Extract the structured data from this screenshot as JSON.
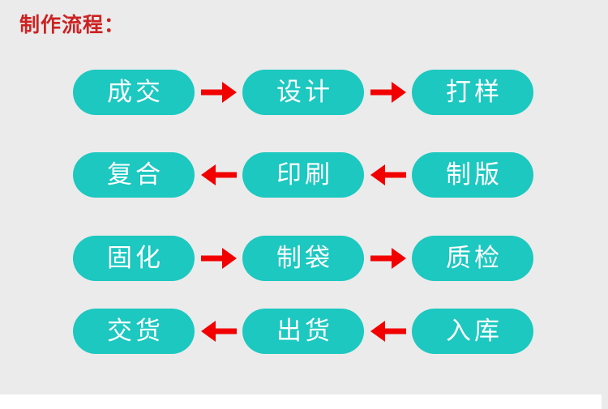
{
  "page": {
    "title": "制作流程：",
    "background_color": "#ebebeb",
    "page_background_color": "#ffffff",
    "title_color": "#cc2222",
    "node_color": "#1cc8c0",
    "node_text_color": "#ffffff",
    "arrow_color": "#f20000"
  },
  "flow": {
    "rows": [
      {
        "direction": "right",
        "arrow_icon": "arrow-right-icon",
        "arrow_glyph": "→",
        "nodes": [
          {
            "label": "成交"
          },
          {
            "label": "设计"
          },
          {
            "label": "打样"
          }
        ]
      },
      {
        "direction": "left",
        "arrow_icon": "arrow-left-icon",
        "arrow_glyph": "←",
        "nodes": [
          {
            "label": "复合"
          },
          {
            "label": "印刷"
          },
          {
            "label": "制版"
          }
        ]
      },
      {
        "direction": "right",
        "arrow_icon": "arrow-right-icon",
        "arrow_glyph": "→",
        "nodes": [
          {
            "label": "固化"
          },
          {
            "label": "制袋"
          },
          {
            "label": "质检"
          }
        ]
      },
      {
        "direction": "left",
        "arrow_icon": "arrow-left-icon",
        "arrow_glyph": "←",
        "nodes": [
          {
            "label": "交货"
          },
          {
            "label": "出货"
          },
          {
            "label": "入库"
          }
        ]
      }
    ],
    "sequence": [
      "成交",
      "设计",
      "打样",
      "制版",
      "印刷",
      "复合",
      "固化",
      "制袋",
      "质检",
      "入库",
      "出货",
      "交货"
    ]
  }
}
